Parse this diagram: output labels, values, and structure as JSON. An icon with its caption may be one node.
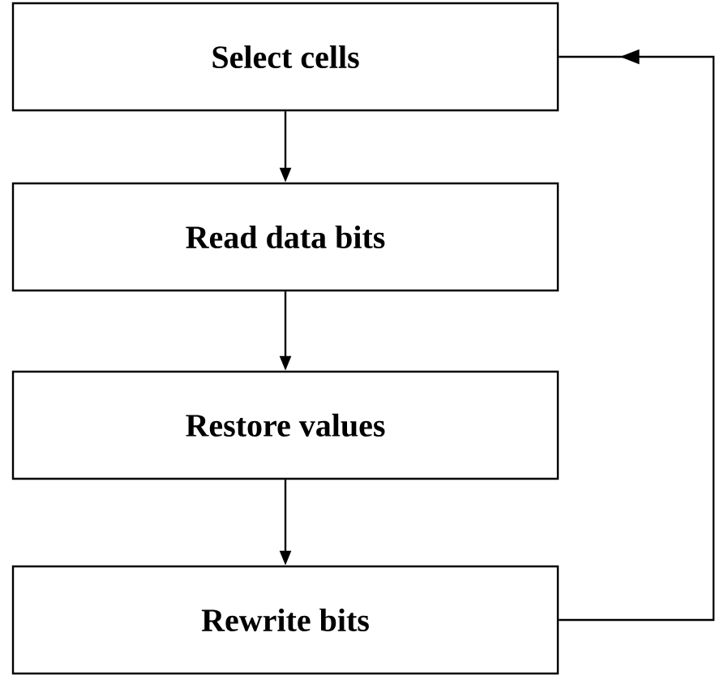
{
  "diagram": {
    "nodes": [
      {
        "text": [
          "Select cells"
        ]
      },
      {
        "text": [
          "Read data bits"
        ]
      },
      {
        "text": [
          "Restore values"
        ]
      },
      {
        "text": [
          "Rewrite bits"
        ]
      }
    ],
    "edges": [
      {
        "from": 0,
        "to": 1,
        "arrow": "to"
      },
      {
        "from": 1,
        "to": 2,
        "arrow": "to"
      },
      {
        "from": 2,
        "to": 3,
        "arrow": "to"
      },
      {
        "from": 3,
        "to": 0,
        "arrow": "to"
      }
    ]
  }
}
